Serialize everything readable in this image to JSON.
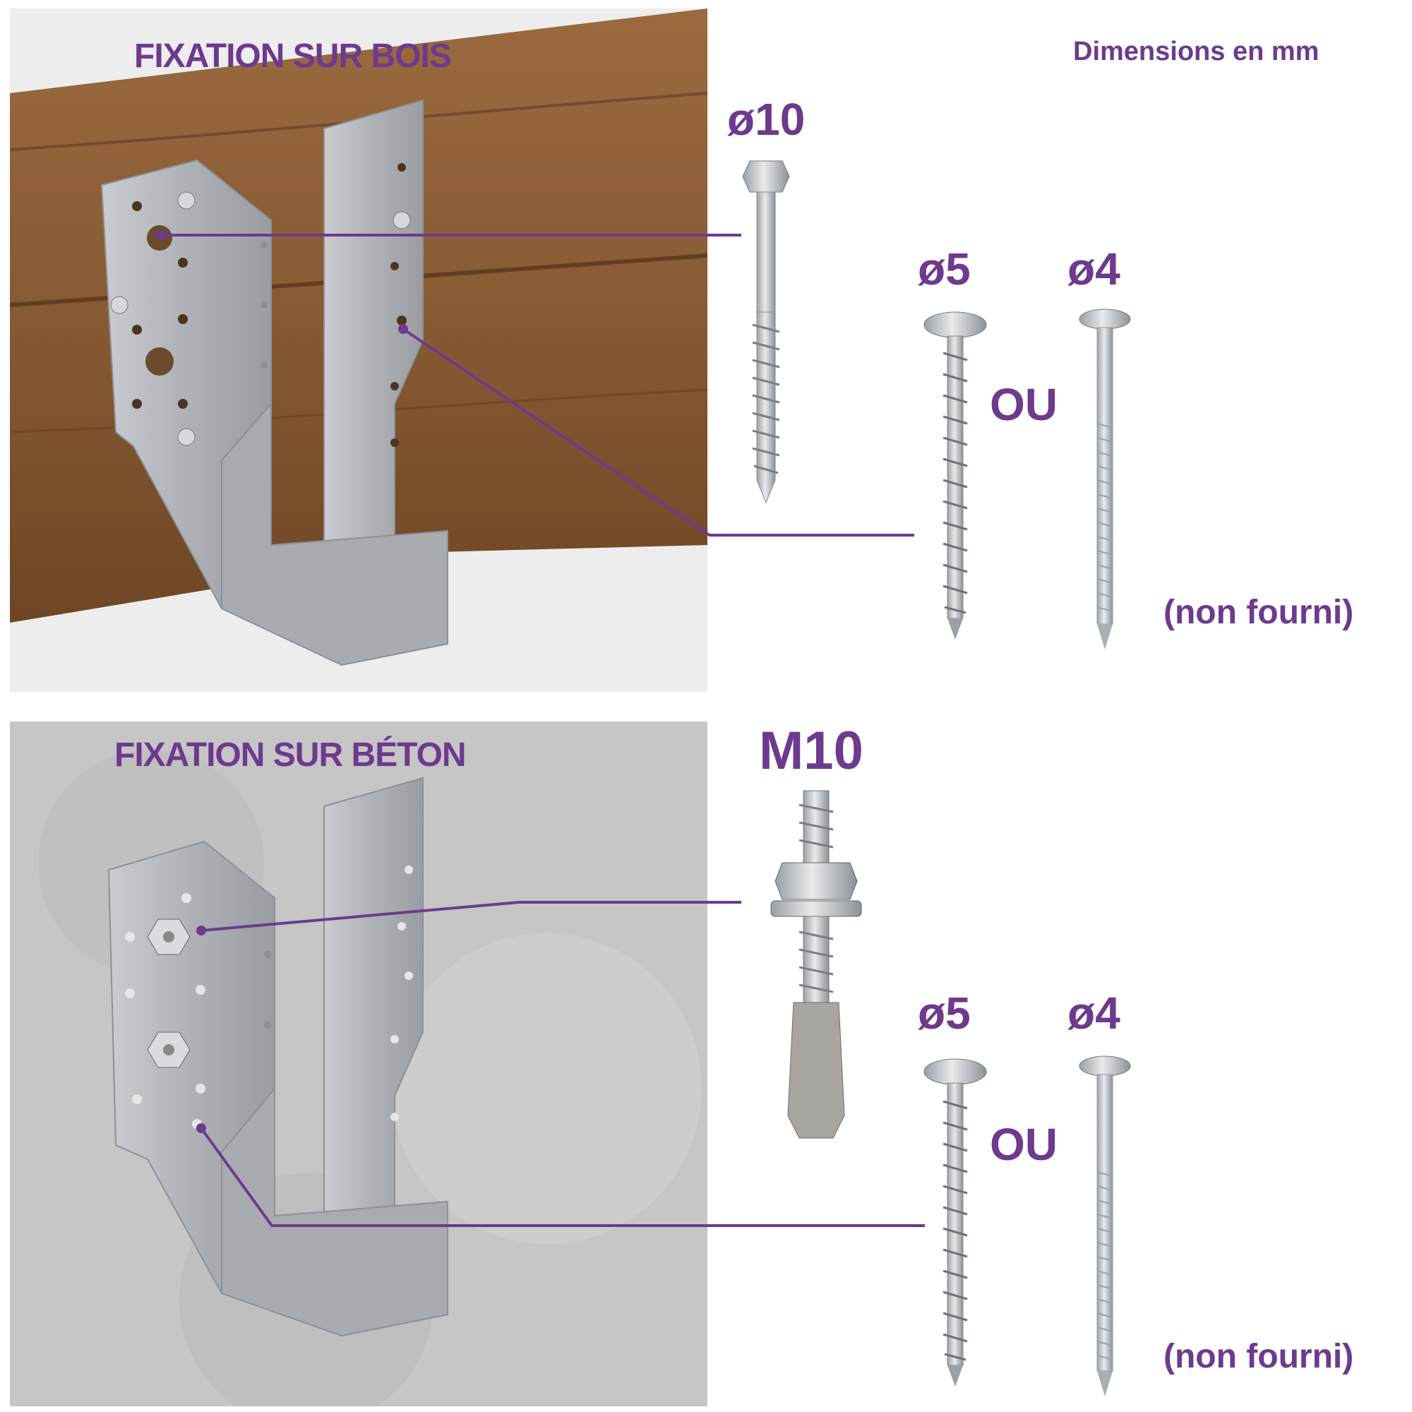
{
  "header": {
    "dimensions_note": "Dimensions en mm"
  },
  "wood": {
    "title": "FIXATION SUR BOIS",
    "bolt_label": "ø10",
    "screw_label": "ø5",
    "nail_label": "ø4",
    "or_label": "OU",
    "not_supplied": "(non fourni)"
  },
  "concrete": {
    "title": "FIXATION SUR BÉTON",
    "anchor_label": "M10",
    "screw_label": "ø5",
    "nail_label": "ø4",
    "or_label": "OU",
    "not_supplied": "(non fourni)"
  },
  "colors": {
    "accent": "#6d3a8e",
    "wood": "#8a5a34",
    "concrete": "#c9c9c9",
    "steel": "#b9bcc0"
  }
}
